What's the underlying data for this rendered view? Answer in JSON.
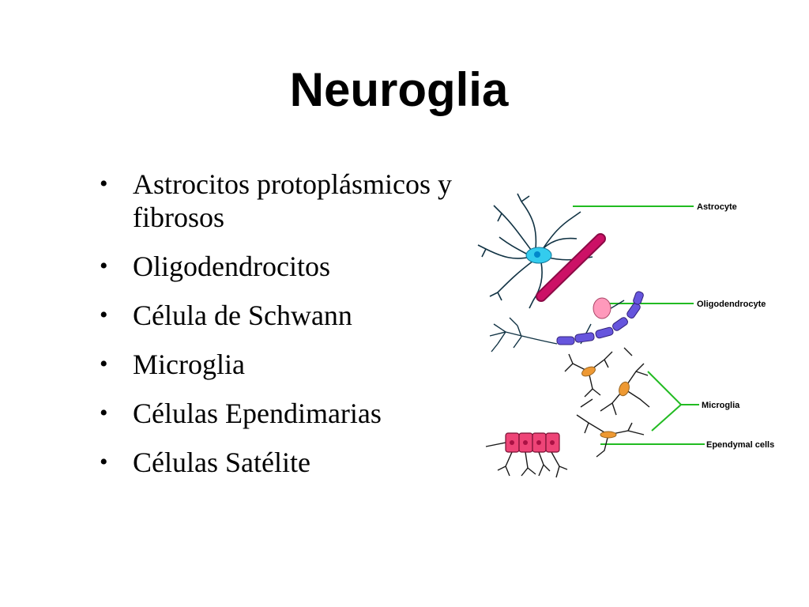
{
  "slide": {
    "title": "Neuroglia",
    "bullets": [
      "Astrocitos protoplásmicos y fibrosos",
      "Oligodendrocitos",
      "Célula de Schwann",
      "Microglia",
      "Células Ependimarias",
      "Células Satélite"
    ]
  },
  "figure": {
    "labels": {
      "astrocyte": "Astrocyte",
      "oligodendrocyte": "Oligodendrocyte",
      "microglia": "Microglia",
      "ependymal": "Ependymal cells"
    },
    "colors": {
      "leader_lines": "#22bb22",
      "astrocyte_body": "#33ccee",
      "blood_vessel": "#cc1166",
      "oligodendrocyte_body": "#ff99bb",
      "myelin": "#6655dd",
      "microglia_body": "#ee9933",
      "ependymal_cells": "#ee4477"
    }
  }
}
